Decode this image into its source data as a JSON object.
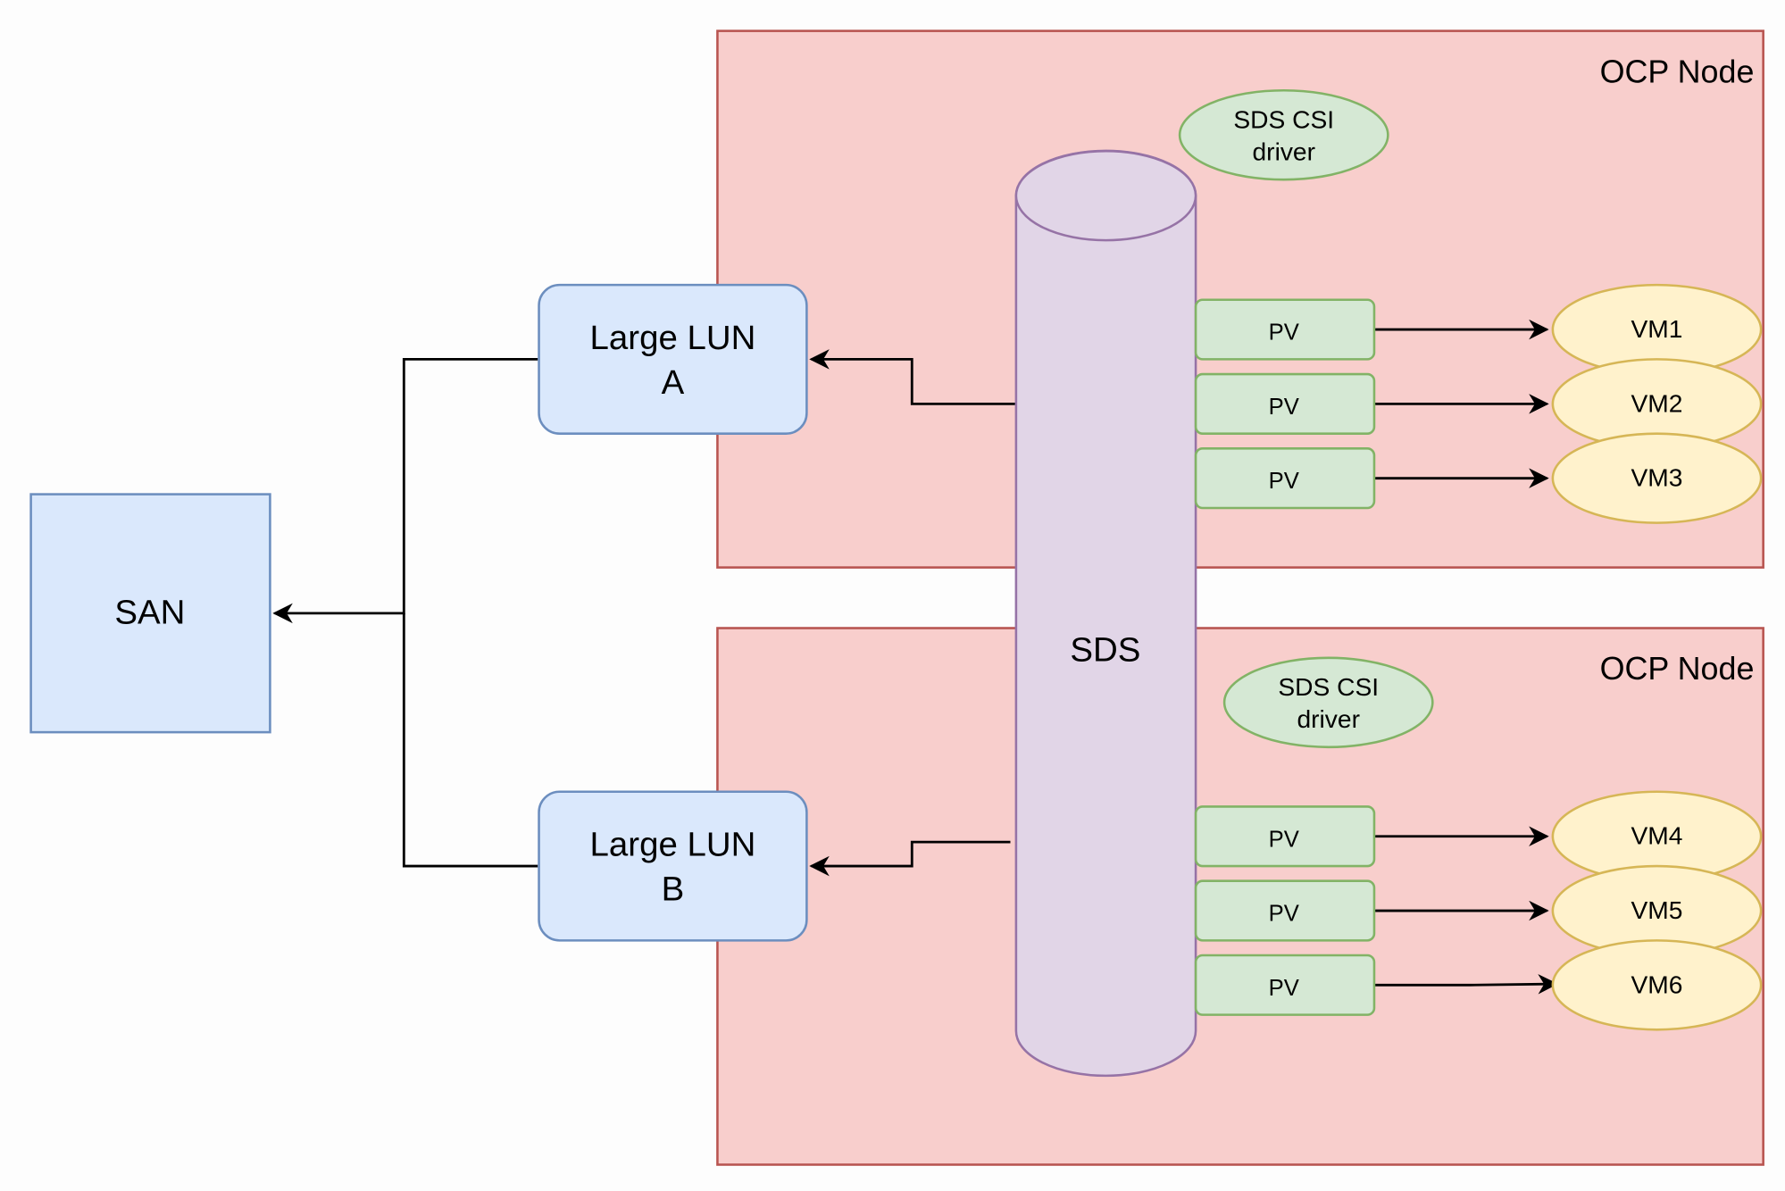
{
  "diagram": {
    "san": {
      "label": "SAN"
    },
    "luns": [
      {
        "id": "lun-a",
        "line1": "Large LUN",
        "line2": "A"
      },
      {
        "id": "lun-b",
        "line1": "Large LUN",
        "line2": "B"
      }
    ],
    "nodes": [
      {
        "label": "OCP Node",
        "csi": {
          "line1": "SDS CSI",
          "line2": "driver"
        },
        "pvs": [
          "PV",
          "PV",
          "PV"
        ],
        "vms": [
          "VM1",
          "VM2",
          "VM3"
        ]
      },
      {
        "label": "OCP Node",
        "csi": {
          "line1": "SDS CSI",
          "line2": "driver"
        },
        "pvs": [
          "PV",
          "PV",
          "PV"
        ],
        "vms": [
          "VM4",
          "VM5",
          "VM6"
        ]
      }
    ],
    "sds": {
      "label": "SDS"
    },
    "colors": {
      "node_fill": "#f8cecc",
      "node_stroke": "#b85450",
      "blue_fill": "#dae8fc",
      "blue_stroke": "#6c8ebf",
      "green_fill": "#d5e8d4",
      "green_stroke": "#82b366",
      "yellow_fill": "#fff2cc",
      "yellow_stroke": "#d6b656",
      "purple_fill": "#e1d5e7",
      "purple_stroke": "#9673a6"
    }
  }
}
